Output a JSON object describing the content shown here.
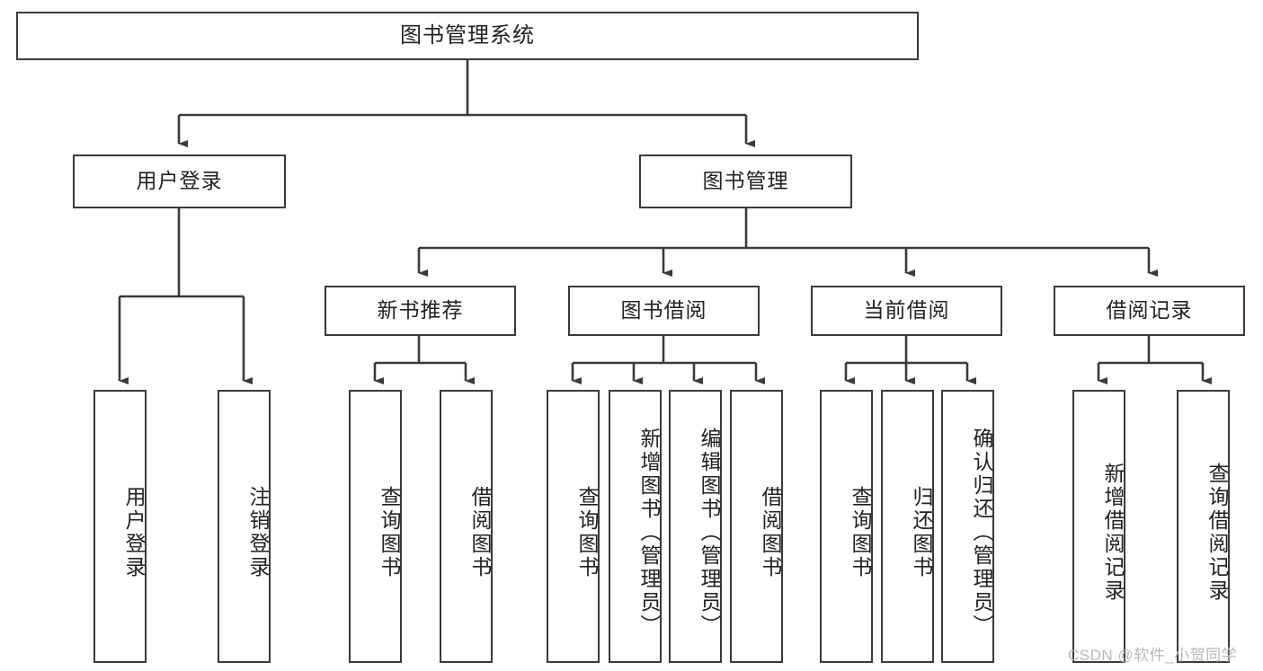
{
  "diagram": {
    "title": "图书管理系统",
    "type": "tree-hierarchy-chart",
    "stroke_color": "#3a3a3a",
    "background_color": "#ffffff",
    "text_color": "#222222"
  },
  "nodes": {
    "root": {
      "label": "图书管理系统"
    },
    "level2": [
      {
        "label": "用户登录"
      },
      {
        "label": "图书管理"
      }
    ],
    "level3": [
      {
        "label": "新书推荐"
      },
      {
        "label": "图书借阅"
      },
      {
        "label": "当前借阅"
      },
      {
        "label": "借阅记录"
      }
    ],
    "leaves": {
      "user_login": [
        {
          "label": "用户登录"
        },
        {
          "label": "注销登录"
        }
      ],
      "new_book_recommend": [
        {
          "label": "查询图书"
        },
        {
          "label": "借阅图书"
        }
      ],
      "book_borrow": [
        {
          "label": "查询图书"
        },
        {
          "label": "新增图书（管理员）"
        },
        {
          "label": "编辑图书（管理员）"
        },
        {
          "label": "借阅图书"
        }
      ],
      "current_borrow": [
        {
          "label": "查询图书"
        },
        {
          "label": "归还图书"
        },
        {
          "label": "确认归还（管理员）"
        }
      ],
      "borrow_record": [
        {
          "label": "新增借阅记录"
        },
        {
          "label": "查询借阅记录"
        }
      ]
    }
  },
  "watermark": {
    "text": "CSDN @软件_小贺同学"
  }
}
